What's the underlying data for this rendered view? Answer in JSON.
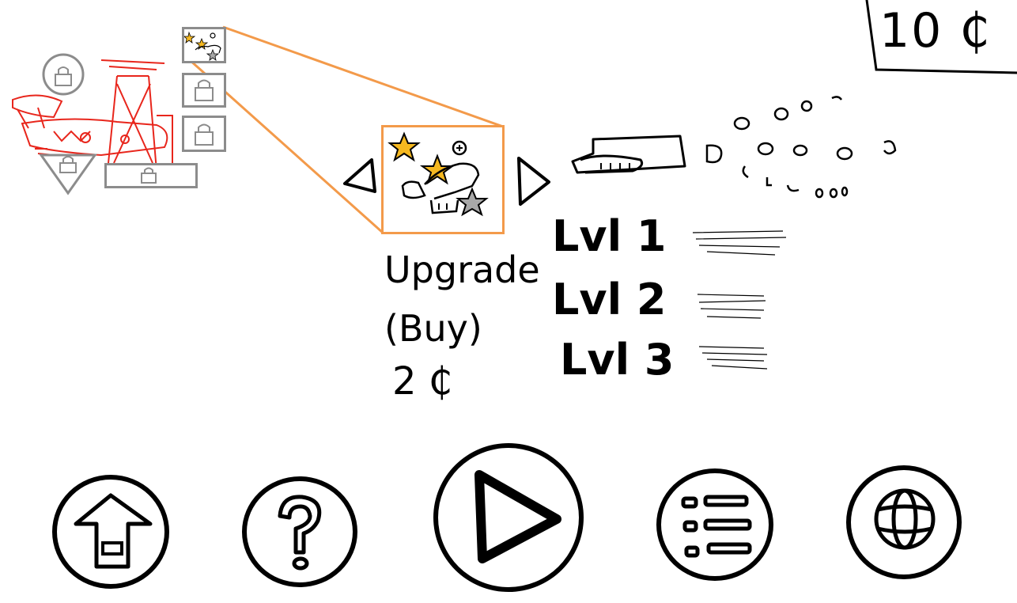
{
  "wallet": {
    "amount_text": "10 ₵"
  },
  "garage": {
    "slots": [
      {
        "name": "slot-1",
        "state": "selected"
      },
      {
        "name": "slot-2",
        "state": "locked"
      },
      {
        "name": "slot-3",
        "state": "locked"
      },
      {
        "name": "slot-4",
        "state": "locked"
      },
      {
        "name": "slot-5",
        "state": "locked"
      },
      {
        "name": "slot-6",
        "state": "locked"
      }
    ],
    "ship_color": "#e8261c",
    "slot_border_color": "#8c8c8c"
  },
  "upgrade": {
    "label": "Upgrade",
    "buy_label": "(Buy)",
    "price": "2 ₵",
    "highlight_color": "#f39a4a",
    "star_gold": "#f5b820",
    "star_grey": "#a8a8a8"
  },
  "levels": {
    "items": [
      "Lvl 1",
      "Lvl 2",
      "Lvl 3"
    ]
  },
  "nav": {
    "buttons": [
      {
        "name": "home",
        "icon": "home-icon"
      },
      {
        "name": "help",
        "icon": "question-icon"
      },
      {
        "name": "play",
        "icon": "play-icon"
      },
      {
        "name": "menu",
        "icon": "list-icon"
      },
      {
        "name": "globe",
        "icon": "globe-icon"
      }
    ]
  }
}
